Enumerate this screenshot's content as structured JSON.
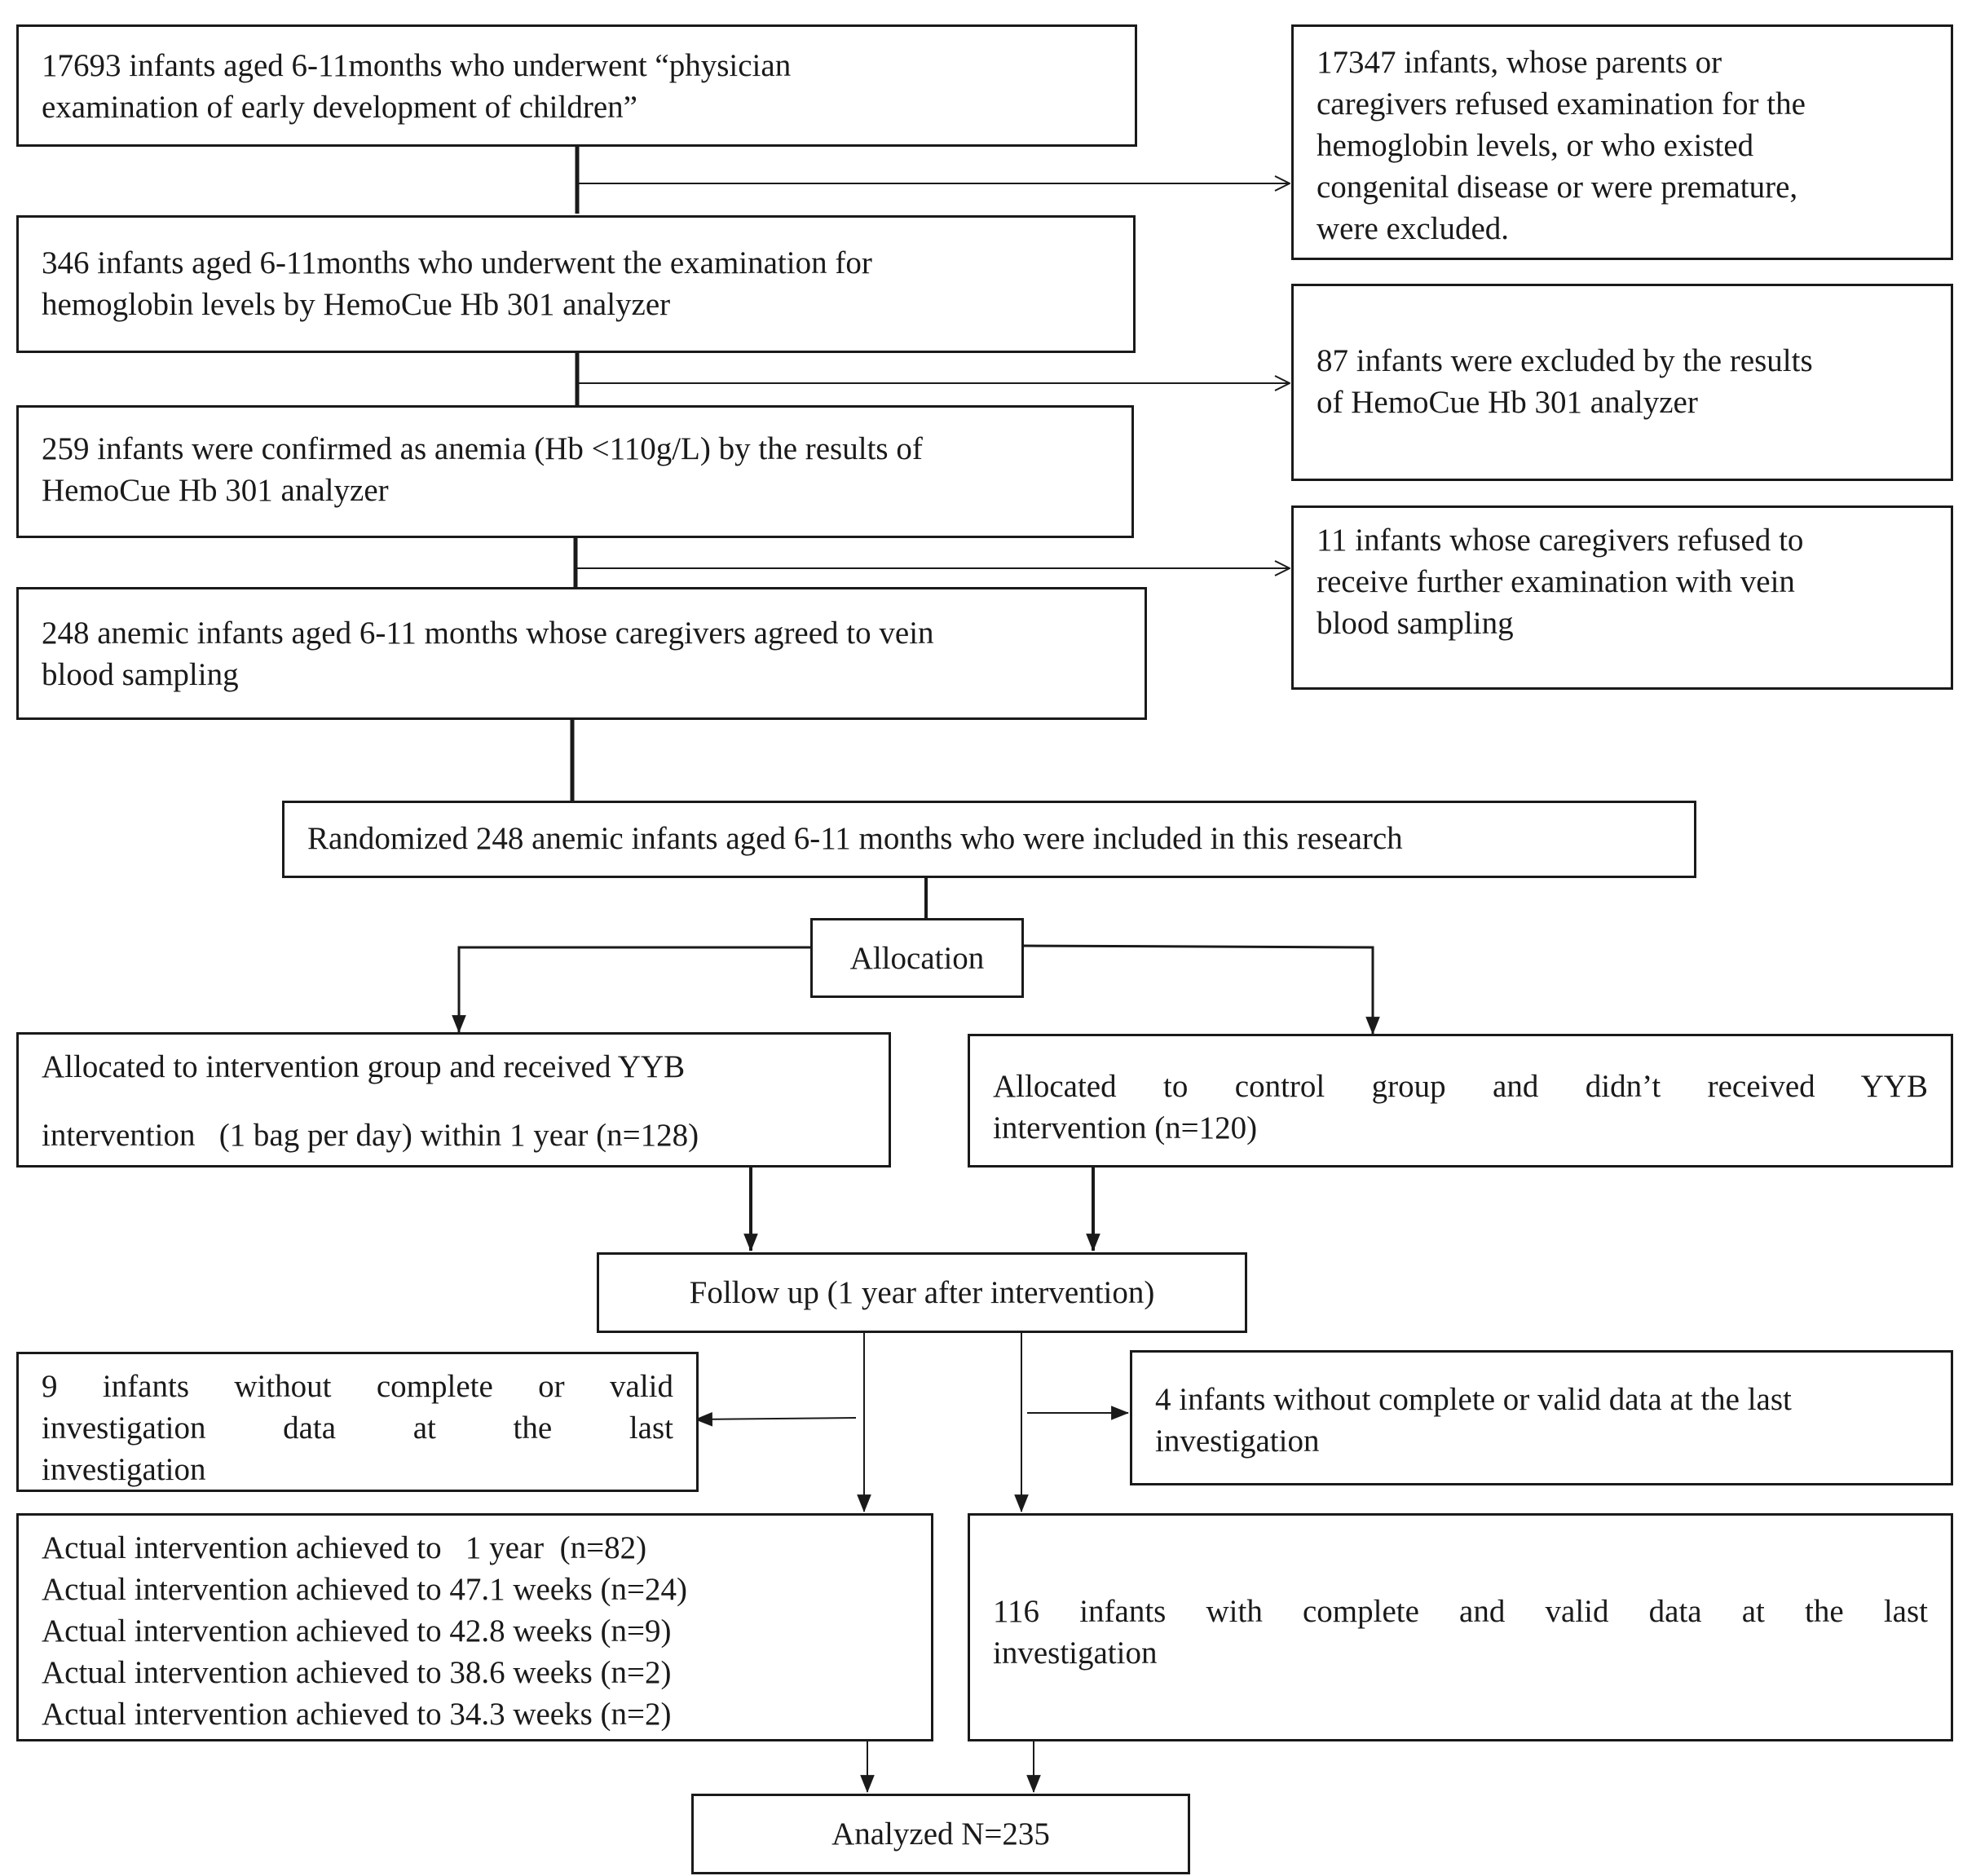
{
  "diagram": {
    "screening": {
      "total": [
        "17693 infants aged 6-11months who underwent “physician",
        "examination of early development of children”"
      ],
      "excluded_first": [
        "17347 infants, whose parents or",
        "caregivers refused examination for the",
        "hemoglobin levels, or who existed",
        "congenital disease or were premature,",
        "were excluded."
      ],
      "hemocue": [
        "346 infants aged 6-11months who underwent the examination for",
        "hemoglobin levels by HemoCue Hb 301 analyzer"
      ],
      "excluded_hemocue": [
        "87 infants were excluded by the results",
        "of HemoCue Hb 301 analyzer"
      ],
      "anemia": [
        "259 infants were confirmed as anemia (Hb <110g/L) by the results of",
        "HemoCue Hb 301 analyzer"
      ],
      "refused_vein": [
        "11 infants whose caregivers refused to",
        "receive further examination with vein",
        "blood sampling"
      ],
      "agreed_vein": [
        "248 anemic infants aged 6-11 months whose caregivers agreed to vein",
        "blood sampling"
      ]
    },
    "randomized": "Randomized 248 anemic infants aged 6-11 months who were included in this research",
    "allocation": "Allocation",
    "intervention_group": [
      "Allocated to intervention group and received YYB",
      "intervention   (1 bag per day) within 1 year (n=128)"
    ],
    "control_group": [
      "Allocated to control group and didn’t received YYB",
      "intervention (n=120)"
    ],
    "follow_up": "Follow up (1 year after intervention)",
    "lost_intervention": [
      "9 infants without complete or valid",
      "investigation data at the last",
      "investigation"
    ],
    "lost_control": [
      "4 infants without complete or valid data at the last",
      "investigation"
    ],
    "actual_intervention": [
      "Actual intervention achieved to   1 year  (n=82)",
      "Actual intervention achieved to 47.1 weeks (n=24)",
      "Actual intervention achieved to 42.8 weeks (n=9)",
      "Actual intervention achieved to 38.6 weeks (n=2)",
      "Actual intervention achieved to 34.3 weeks (n=2)"
    ],
    "control_complete": [
      "116 infants with complete and valid data at the last",
      "investigation"
    ],
    "analyzed": "Analyzed N=235"
  }
}
